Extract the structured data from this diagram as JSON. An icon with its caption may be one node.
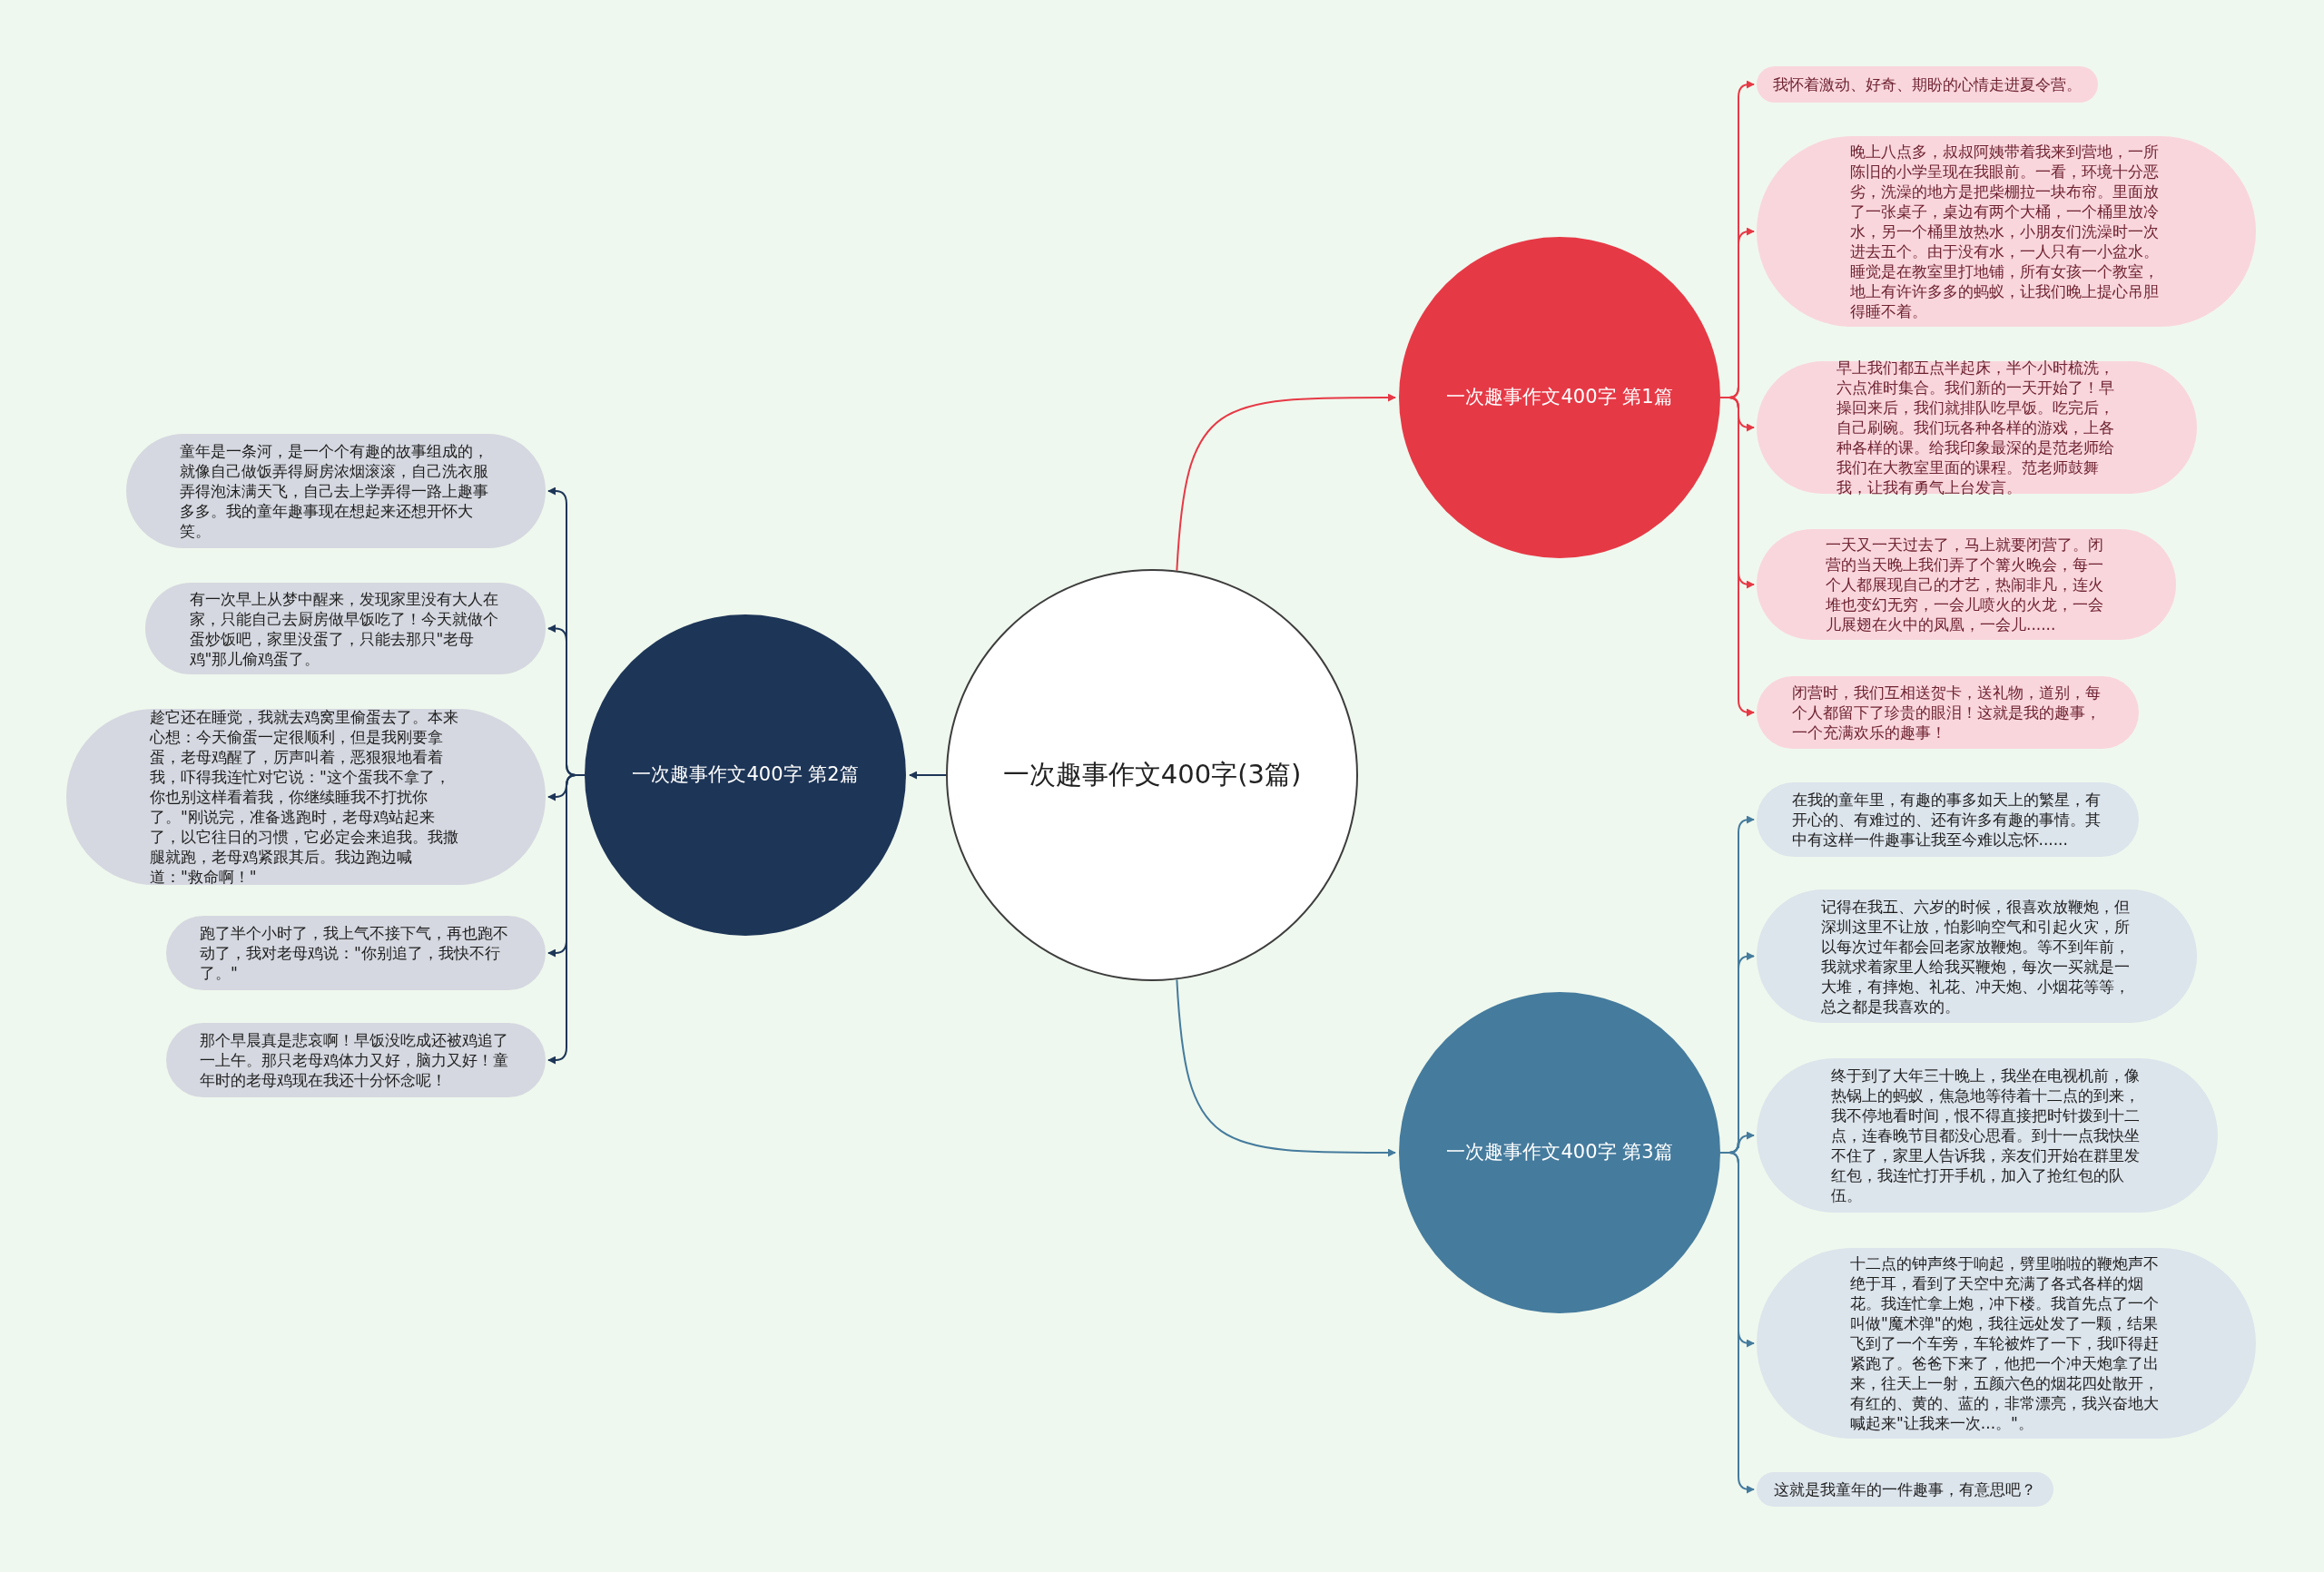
{
  "diagram": {
    "nodes": [
      {
        "text": [
          "一次趣事作文400字(3篇)"
        ]
      },
      {
        "text": [
          "一次趣事作文400字 第1篇"
        ]
      },
      {
        "text": [
          "我怀着激动、好奇、期盼的心情走进夏令营。"
        ]
      },
      {
        "text": [
          "晚上八点多，叔叔阿姨带着我来到营地，一所陈旧的小学呈现在我眼前。一看，环境十分恶劣，洗澡的地方是把柴棚拉一块布帘。里面放了一张桌子，桌边有两个大桶，一个桶里放冷水，另一个桶里放热水，小朋友们洗澡时一次进去五个。由于没有水，一人只有一小盆水。睡觉是在教室里打地铺，所有女孩一个教室，地上有许许多多的蚂蚁，让我们晚上提心吊胆得睡不着。"
        ]
      },
      {
        "text": [
          "早上我们都五点半起床，半个小时梳洗，六点准时集合。我们新的一天开始了！早操回来后，我们就排队吃早饭。吃完后，自己刷碗。我们玩各种各样的游戏，上各种各样的课。给我印象最深的是范老师给我们在大教室里面的课程。范老师鼓舞我，让我有勇气上台发言。"
        ]
      },
      {
        "text": [
          "一天又一天过去了，马上就要闭营了。闭营的当天晚上我们弄了个篝火晚会，每一个人都展现自己的才艺，热闹非凡，连火堆也变幻无穷，一会儿喷火的火龙，一会儿展翅在火中的凤凰，一会儿......"
        ]
      },
      {
        "text": [
          "闭营时，我们互相送贺卡，送礼物，道别，每个人都留下了珍贵的眼泪！这就是我的趣事，一个充满欢乐的趣事！"
        ]
      },
      {
        "text": [
          "一次趣事作文400字 第2篇"
        ]
      },
      {
        "text": [
          "童年是一条河，是一个个有趣的故事组成的，就像自己做饭弄得厨房浓烟滚滚，自己洗衣服弄得泡沫满天飞，自己去上学弄得一路上趣事多多。我的童年趣事现在想起来还想开怀大笑。"
        ]
      },
      {
        "text": [
          "有一次早上从梦中醒来，发现家里没有大人在家，只能自己去厨房做早饭吃了！今天就做个蛋炒饭吧，家里没蛋了，只能去那只\"老母鸡\"那儿偷鸡蛋了。"
        ]
      },
      {
        "text": [
          "趁它还在睡觉，我就去鸡窝里偷蛋去了。本来心想：今天偷蛋一定很顺利，但是我刚要拿蛋，老母鸡醒了，厉声叫着，恶狠狠地看着我，吓得我连忙对它说：\"这个蛋我不拿了，你也别这样看着我，你继续睡我不打扰你了。\"刚说完，准备逃跑时，老母鸡站起来了，以它往日的习惯，它必定会来追我。我撒腿就跑，老母鸡紧跟其后。我边跑边喊道：\"救命啊！\""
        ]
      },
      {
        "text": [
          "跑了半个小时了，我上气不接下气，再也跑不动了，我对老母鸡说：\"你别追了，我快不行了。\""
        ]
      },
      {
        "text": [
          "那个早晨真是悲哀啊！早饭没吃成还被鸡追了一上午。那只老母鸡体力又好，脑力又好！童年时的老母鸡现在我还十分怀念呢！"
        ]
      },
      {
        "text": [
          "一次趣事作文400字 第3篇"
        ]
      },
      {
        "text": [
          "在我的童年里，有趣的事多如天上的繁星，有开心的、有难过的、还有许多有趣的事情。其中有这样一件趣事让我至今难以忘怀......"
        ]
      },
      {
        "text": [
          "记得在我五、六岁的时候，很喜欢放鞭炮，但深圳这里不让放，怕影响空气和引起火灾，所以每次过年都会回老家放鞭炮。等不到年前，我就求着家里人给我买鞭炮，每次一买就是一大堆，有摔炮、礼花、冲天炮、小烟花等等，总之都是我喜欢的。"
        ]
      },
      {
        "text": [
          "终于到了大年三十晚上，我坐在电视机前，像热锅上的蚂蚁，焦急地等待着十二点的到来，我不停地看时间，恨不得直接把时针拨到十二点，连春晚节目都没心思看。到十一点我快坐不住了，家里人告诉我，亲友们开始在群里发红包，我连忙打开手机，加入了抢红包的队伍。"
        ]
      },
      {
        "text": [
          "十二点的钟声终于响起，劈里啪啦的鞭炮声不绝于耳，看到了天空中充满了各式各样的烟花。我连忙拿上炮，冲下楼。我首先点了一个叫做\"魔术弹\"的炮，我往远处发了一颗，结果飞到了一个车旁，车轮被炸了一下，我吓得赶紧跑了。爸爸下来了，他把一个冲天炮拿了出来，往天上一射，五颜六色的烟花四处散开，有红的、黄的、蓝的，非常漂亮，我兴奋地大喊起来\"让我来一次...。\"。"
        ]
      },
      {
        "text": [
          "这就是我童年的一件趣事，有意思吧？"
        ]
      }
    ],
    "edges": [
      {
        "from": 0,
        "to": 1,
        "arrow": "to",
        "color": "#e63946"
      },
      {
        "from": 1,
        "to": 2,
        "arrow": "to",
        "color": "#e63946"
      },
      {
        "from": 1,
        "to": 3,
        "arrow": "to",
        "color": "#e63946"
      },
      {
        "from": 1,
        "to": 4,
        "arrow": "to",
        "color": "#e63946"
      },
      {
        "from": 1,
        "to": 5,
        "arrow": "to",
        "color": "#e63946"
      },
      {
        "from": 1,
        "to": 6,
        "arrow": "to",
        "color": "#e63946"
      },
      {
        "from": 0,
        "to": 7,
        "arrow": "to",
        "color": "#1d3557"
      },
      {
        "from": 7,
        "to": 8,
        "arrow": "to",
        "color": "#1d3557"
      },
      {
        "from": 7,
        "to": 9,
        "arrow": "to",
        "color": "#1d3557"
      },
      {
        "from": 7,
        "to": 10,
        "arrow": "to",
        "color": "#1d3557"
      },
      {
        "from": 7,
        "to": 11,
        "arrow": "to",
        "color": "#1d3557"
      },
      {
        "from": 7,
        "to": 12,
        "arrow": "to",
        "color": "#1d3557"
      },
      {
        "from": 0,
        "to": 13,
        "arrow": "to",
        "color": "#457b9d"
      },
      {
        "from": 13,
        "to": 14,
        "arrow": "to",
        "color": "#457b9d"
      },
      {
        "from": 13,
        "to": 15,
        "arrow": "to",
        "color": "#457b9d"
      },
      {
        "from": 13,
        "to": 16,
        "arrow": "to",
        "color": "#457b9d"
      },
      {
        "from": 13,
        "to": 17,
        "arrow": "to",
        "color": "#457b9d"
      },
      {
        "from": 13,
        "to": 18,
        "arrow": "to",
        "color": "#457b9d"
      }
    ]
  }
}
